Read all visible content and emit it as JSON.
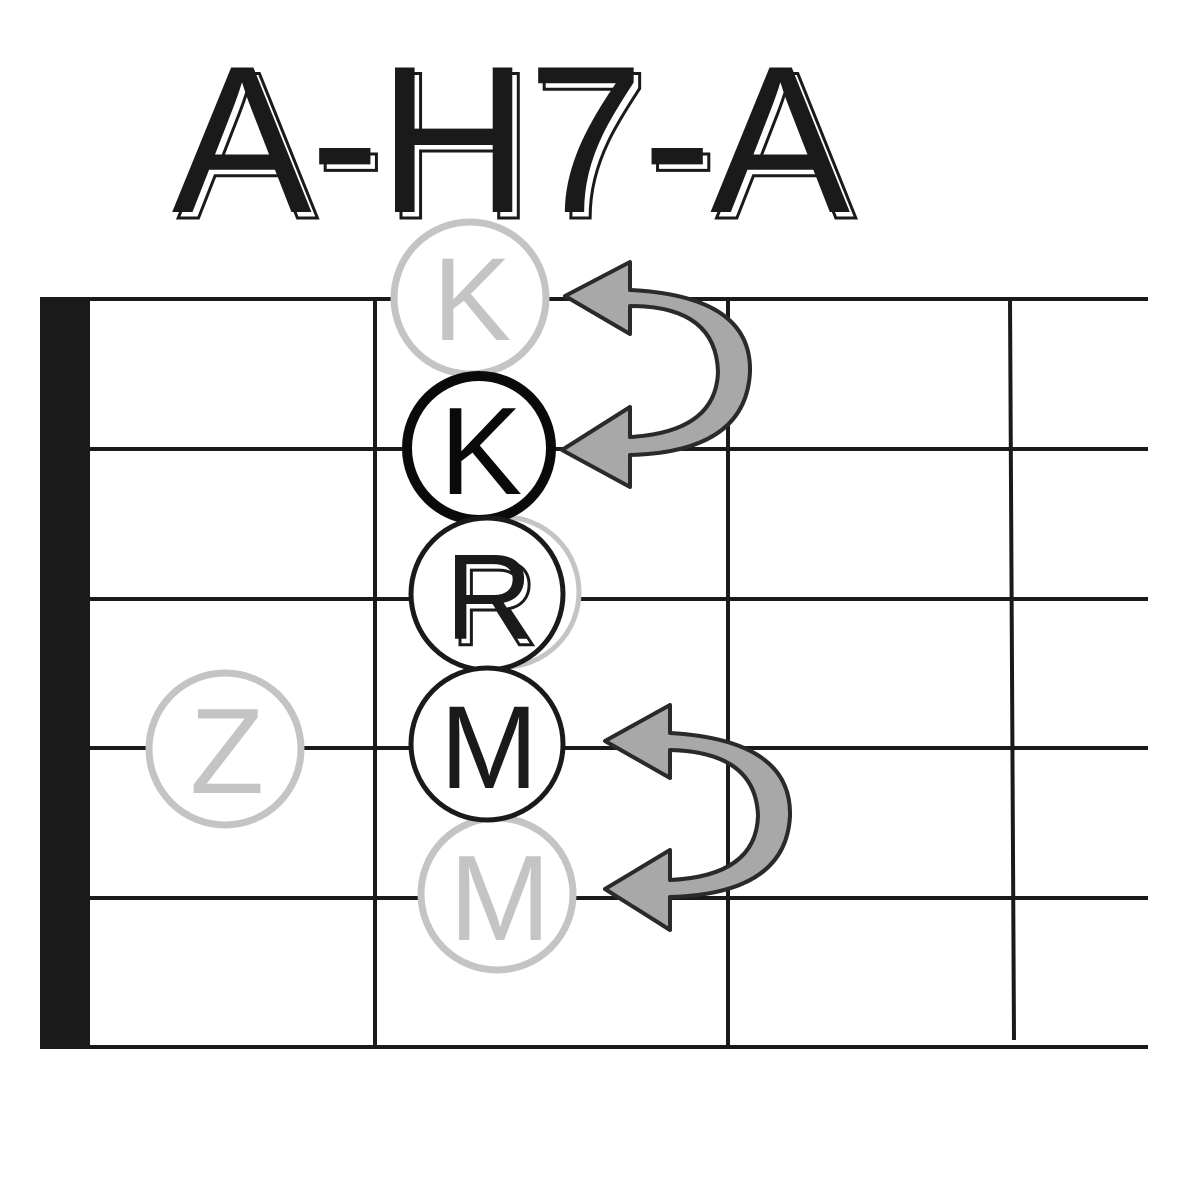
{
  "title": "A-H7-A",
  "colors": {
    "ink": "#1a1a1a",
    "ghost": "#c4c4c4",
    "arrow_fill": "#a8a8a8",
    "arrow_stroke": "#2a2a2a",
    "background": "#ffffff"
  },
  "fretboard": {
    "strings": 6,
    "frets_shown": 4,
    "nut": true
  },
  "markers": [
    {
      "letter": "K",
      "string": 1,
      "fret": 2,
      "style": "ghost"
    },
    {
      "letter": "K",
      "string": 2,
      "fret": 2,
      "style": "bold"
    },
    {
      "letter": "R",
      "string": 3,
      "fret": 2,
      "style": "solid"
    },
    {
      "letter": "M",
      "string": 4,
      "fret": 2,
      "style": "solid"
    },
    {
      "letter": "M",
      "string": 5,
      "fret": 2,
      "style": "ghost"
    },
    {
      "letter": "Z",
      "string": 4,
      "fret": 1,
      "style": "ghost"
    }
  ],
  "arrows": [
    {
      "from_string": 1,
      "to_string": 2,
      "icon": "curved-double-arrow-icon"
    },
    {
      "from_string": 4,
      "to_string": 5,
      "icon": "curved-double-arrow-icon"
    }
  ]
}
